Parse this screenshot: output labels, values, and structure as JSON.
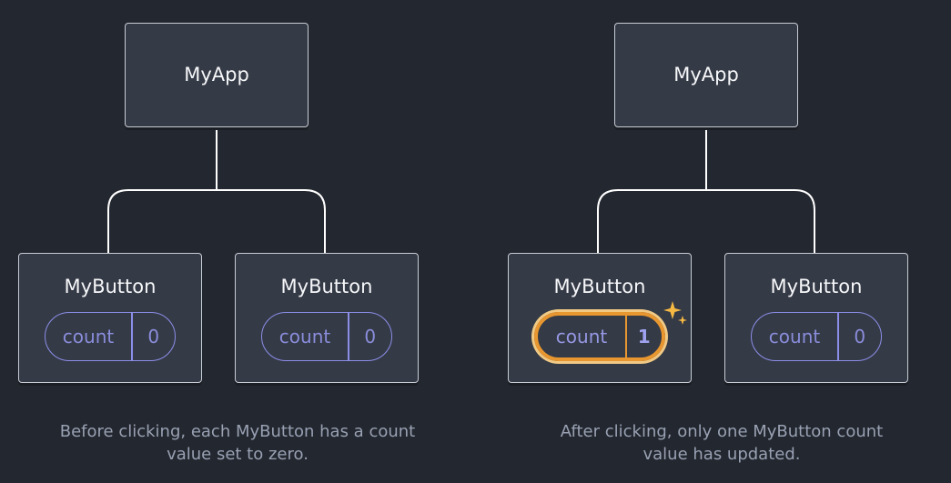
{
  "colors": {
    "background": "#23272f",
    "node_fill": "#343a46",
    "node_border": "#c8ccd4",
    "connector": "#ffffff",
    "count_accent": "#8c8ee8",
    "highlight": "#e79630",
    "sparkle": "#f5b943",
    "caption": "#99a1b3"
  },
  "before": {
    "root": {
      "label": "MyApp"
    },
    "children": [
      {
        "label": "MyButton",
        "state_label": "count",
        "state_value": "0"
      },
      {
        "label": "MyButton",
        "state_label": "count",
        "state_value": "0"
      }
    ],
    "caption_line1": "Before clicking, each MyButton has a count",
    "caption_line2": "value set to zero."
  },
  "after": {
    "root": {
      "label": "MyApp"
    },
    "children": [
      {
        "label": "MyButton",
        "state_label": "count",
        "state_value": "1",
        "highlighted": true,
        "icon": "sparkle-icon"
      },
      {
        "label": "MyButton",
        "state_label": "count",
        "state_value": "0"
      }
    ],
    "caption_line1": "After clicking, only one MyButton count",
    "caption_line2": "value has updated."
  }
}
